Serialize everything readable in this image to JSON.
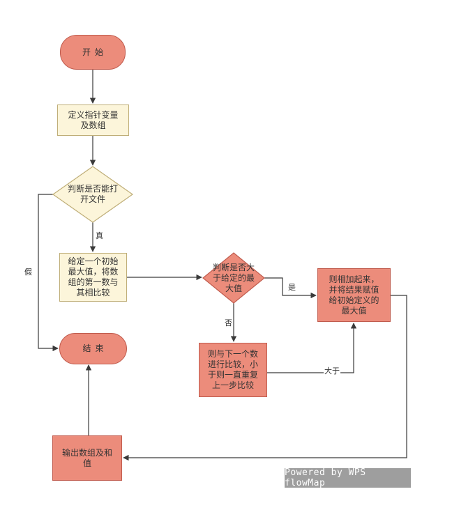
{
  "nodes": {
    "start": {
      "label": "开始"
    },
    "define_vars": {
      "label": "定义指针变量\n及数组"
    },
    "check_file_open": {
      "label": "判断是否能打\n开文件"
    },
    "init_max": {
      "label": "给定一个初始\n最大值，将数\n组的第一数与\n其相比较"
    },
    "check_greater": {
      "label": "判断是否大\n于给定的最\n大值"
    },
    "add_assign": {
      "label": "则相加起来，\n并将结果赋值\n给初始定义的\n最大值"
    },
    "compare_next": {
      "label": "则与下一个数\n进行比较，小\n于则一直重复\n上一步比较"
    },
    "output": {
      "label": "输出数组及和\n值"
    },
    "end": {
      "label": "结束"
    }
  },
  "edge_labels": {
    "true_branch": "真",
    "false_branch": "假",
    "yes_branch": "是",
    "no_branch": "否",
    "greater_branch": "大于"
  },
  "watermark": {
    "text": "Powered by WPS flowMap"
  },
  "colors": {
    "salmon_fill": "#EC8C7B",
    "salmon_stroke": "#C05B4D",
    "cream_fill": "#FCF5DA",
    "cream_stroke": "#BFAE78",
    "line": "#3A3A3A",
    "text": "#333333",
    "watermark_bg": "#9E9E9E",
    "watermark_text": "#FFFFFF"
  }
}
